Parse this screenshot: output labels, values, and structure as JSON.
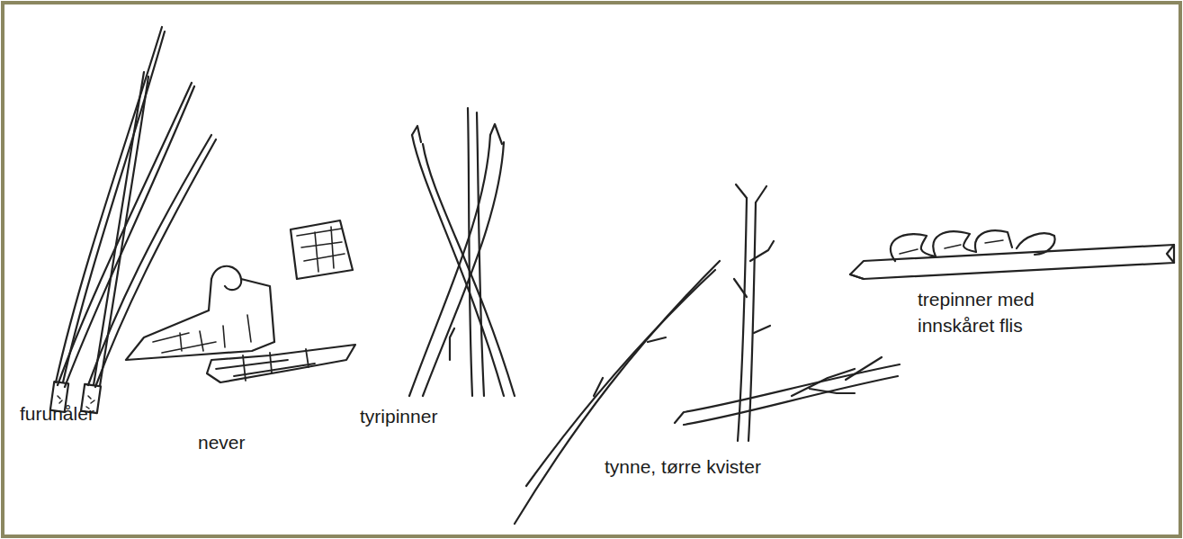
{
  "diagram": {
    "labels": [
      "furunåler",
      "never",
      "tyripinner",
      "tynne, tørre kvister",
      "trepinner med innskåret flis"
    ]
  }
}
